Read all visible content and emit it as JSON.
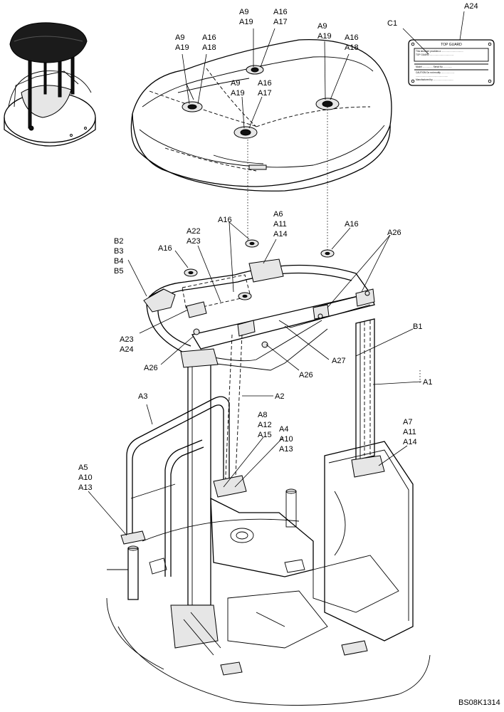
{
  "drawing_code": "BS08K1314",
  "decal": {
    "title": "TOP GUARD",
    "body_lines": [
      "This structure provides a ...................................",
      "TOP GUARD ......................................",
      "Model ................   Serial No. .............",
      "CAUTION  Do not modify .....................",
      "...................................................",
      "Manufactured by ................................"
    ]
  },
  "labels": {
    "A24_top": "A24",
    "C1": "C1",
    "A9_a": "A9",
    "A19_a": "A19",
    "A16_a": "A16",
    "A17_a": "A17",
    "A9_b": "A9",
    "A19_b": "A19",
    "A16_b": "A16",
    "A18_b": "A18",
    "A9_c": "A9",
    "A19_c": "A19",
    "A16_c": "A16",
    "A18_c": "A18",
    "A9_d": "A9",
    "A19_d": "A19",
    "A16_d": "A16",
    "A17_d": "A17",
    "A16_e": "A16",
    "A22": "A22",
    "A23_top": "A23",
    "A6": "A6",
    "A11_top": "A11",
    "A14_top": "A14",
    "A16_f": "A16",
    "A26_top": "A26",
    "B2": "B2",
    "B3": "B3",
    "B4": "B4",
    "B5": "B5",
    "A16_g": "A16",
    "A23_left": "A23",
    "A24_left": "A24",
    "B1": "B1",
    "A26_left": "A26",
    "A26_mid": "A26",
    "A27": "A27",
    "A1": "A1",
    "A3": "A3",
    "A2": "A2",
    "A8": "A8",
    "A12": "A12",
    "A15": "A15",
    "A4": "A4",
    "A10_mid": "A10",
    "A13_mid": "A13",
    "A7": "A7",
    "A11_right": "A11",
    "A14_right": "A14",
    "A5": "A5",
    "A10_left": "A10",
    "A13_left": "A13"
  }
}
